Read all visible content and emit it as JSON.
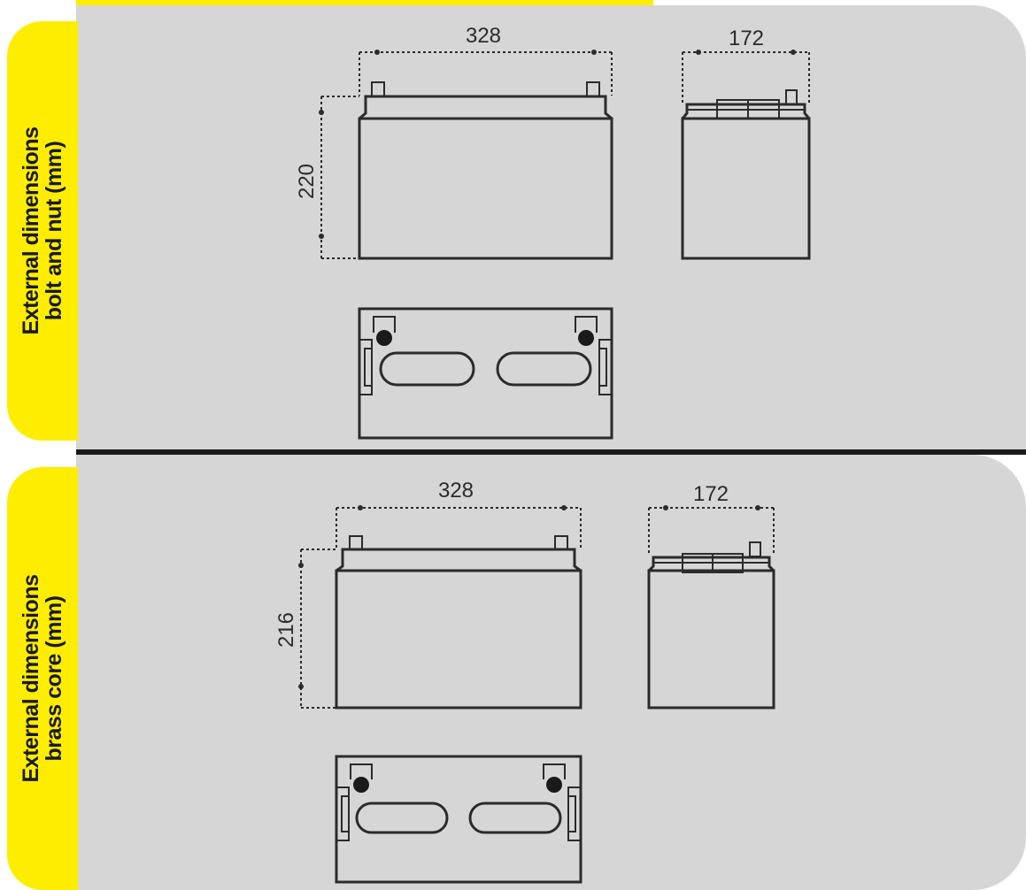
{
  "section_bolt_nut": {
    "label_line1": "External dimensions",
    "label_line2": "bolt and nut (mm)",
    "length": "328",
    "width": "172",
    "height": "220"
  },
  "section_brass_core": {
    "label_line1": "External dimensions",
    "label_line2": "brass core (mm)",
    "length": "328",
    "width": "172",
    "height": "216"
  },
  "colors": {
    "accent_yellow": "#ffed00",
    "panel_gray": "#d6d6d6",
    "line_dark": "#2b2b2b"
  }
}
